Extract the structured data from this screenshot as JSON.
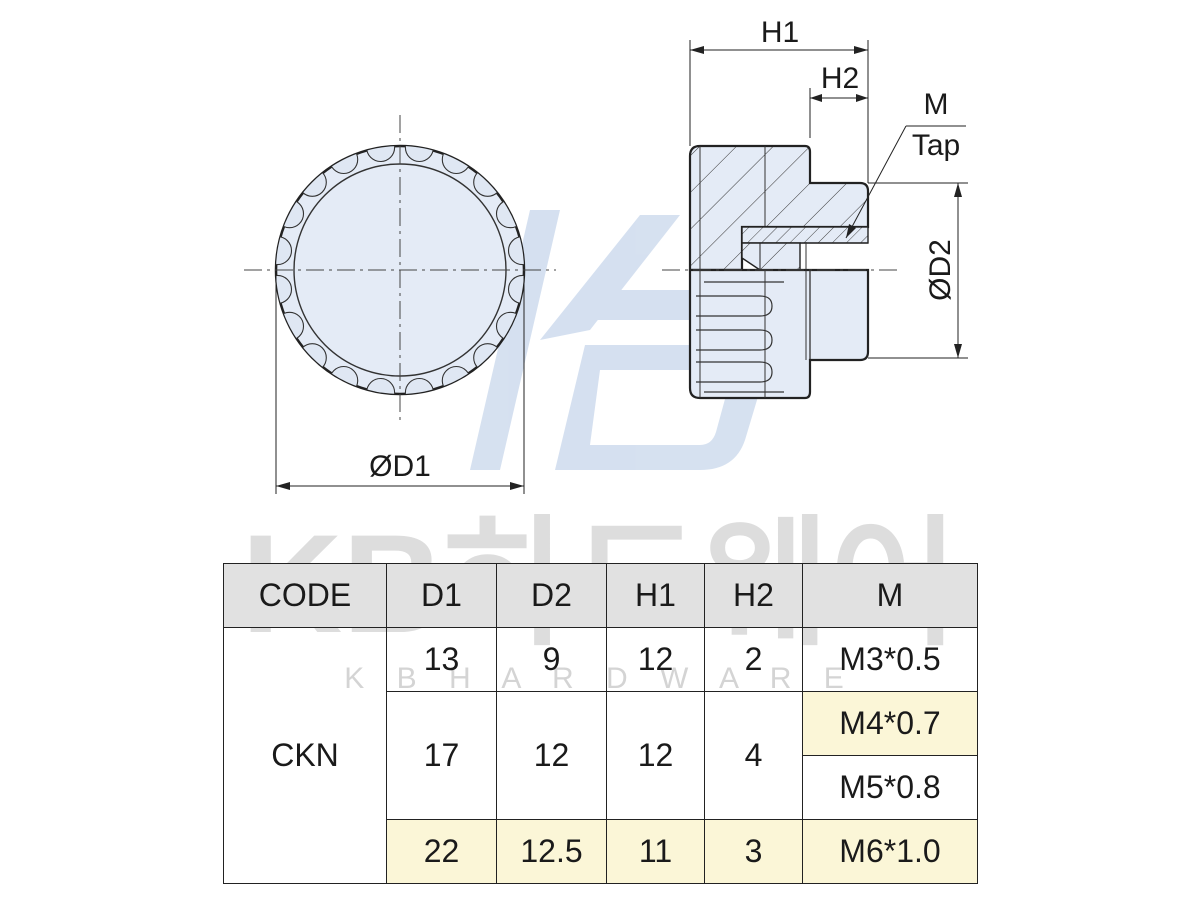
{
  "watermark": {
    "brand": "KB하드웨어",
    "sub": "K B H A R D W A R E",
    "logo": "KB"
  },
  "labels": {
    "d1": "ØD1",
    "d2": "ØD2",
    "h1": "H1",
    "h2": "H2",
    "m": "M",
    "tap": "Tap"
  },
  "table": {
    "headers": [
      "CODE",
      "D1",
      "D2",
      "H1",
      "H2",
      "M"
    ],
    "code": "CKN",
    "rows": [
      {
        "d1": "13",
        "d2": "9",
        "h1": "12",
        "h2": "2",
        "m": "M3*0.5"
      },
      {
        "d1": "17",
        "d2": "12",
        "h1": "12",
        "h2": "4",
        "m": [
          "M4*0.7",
          "M5*0.8"
        ]
      },
      {
        "d1": "22",
        "d2": "12.5",
        "h1": "11",
        "h2": "3",
        "m": "M6*1.0"
      }
    ]
  },
  "colors": {
    "part_fill": "#e4ebf6",
    "watermark": "#b4c8e4",
    "header_bg": "#e1e1e1",
    "highlight": "#faf5d0",
    "line": "#222222"
  }
}
